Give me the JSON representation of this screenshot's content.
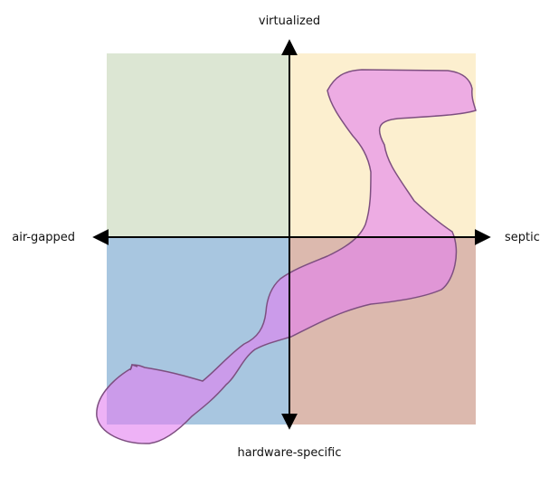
{
  "axes": {
    "top_label": "virtualized",
    "bottom_label": "hardware-specific",
    "left_label": "air-gapped",
    "right_label": "septic"
  },
  "quadrants": {
    "top_left_color": "#dce6d3",
    "top_right_color": "#fcefcf",
    "bottom_left_color": "#a8c6e0",
    "bottom_right_color": "#dcb9ae"
  },
  "blob": {
    "fill_color": "#e37ef0",
    "fill_opacity": 0.6,
    "stroke_color": "#7d4f80"
  },
  "axis_color": "#000000"
}
